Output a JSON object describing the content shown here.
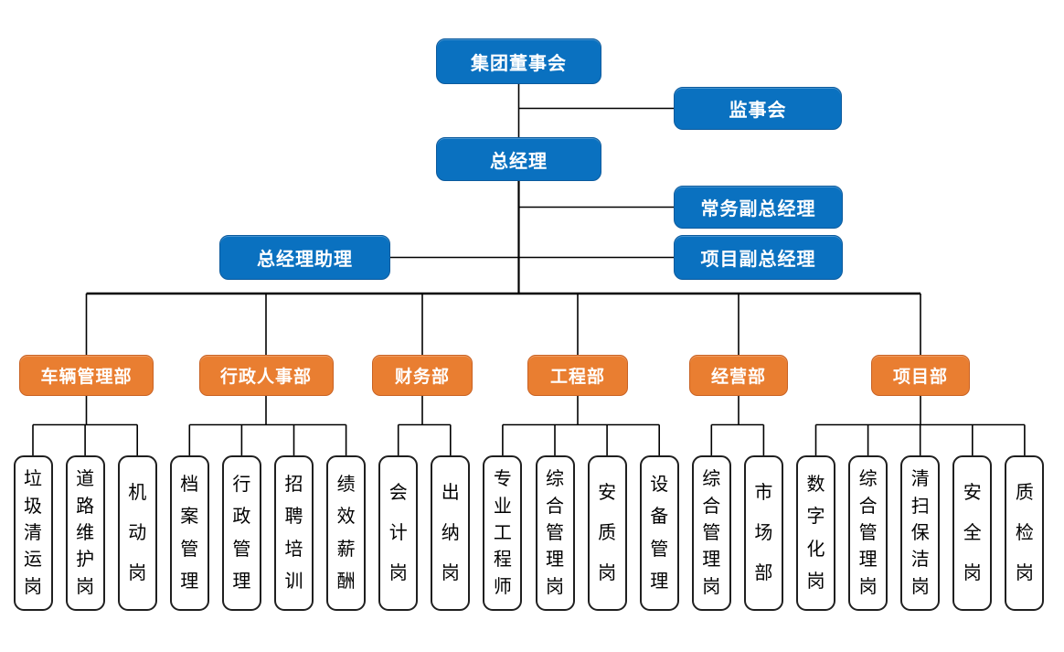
{
  "palette": {
    "primary_blue": "#0A71C0",
    "primary_blue_border": "#0B5A9D",
    "accent_orange": "#E97E31",
    "accent_orange_border": "#C96223",
    "line_color": "#000000",
    "post_border": "#1F1F1F",
    "post_text": "#000000",
    "node_text": "#FFFFFF"
  },
  "executives": {
    "board": "集团董事会",
    "supervisory": "监事会",
    "gm": "总经理",
    "exec_deputy": "常务副总经理",
    "gm_assistant": "总经理助理",
    "project_deputy": "项目副总经理"
  },
  "departments": [
    {
      "label": "车辆管理部",
      "children": [
        "垃圾清运岗",
        "道路维护岗",
        "机动岗"
      ]
    },
    {
      "label": "行政人事部",
      "children": [
        "档案管理",
        "行政管理",
        "招聘培训",
        "绩效薪酬"
      ]
    },
    {
      "label": "财务部",
      "children": [
        "会计岗",
        "出纳岗"
      ]
    },
    {
      "label": "工程部",
      "children": [
        "专业工程师",
        "综合管理岗",
        "安质岗",
        "设备管理"
      ]
    },
    {
      "label": "经营部",
      "children": [
        "综合管理岗",
        "市场部"
      ]
    },
    {
      "label": "项目部",
      "children": [
        "数字化岗",
        "综合管理岗",
        "清扫保洁岗",
        "安全岗",
        "质检岗"
      ]
    }
  ]
}
